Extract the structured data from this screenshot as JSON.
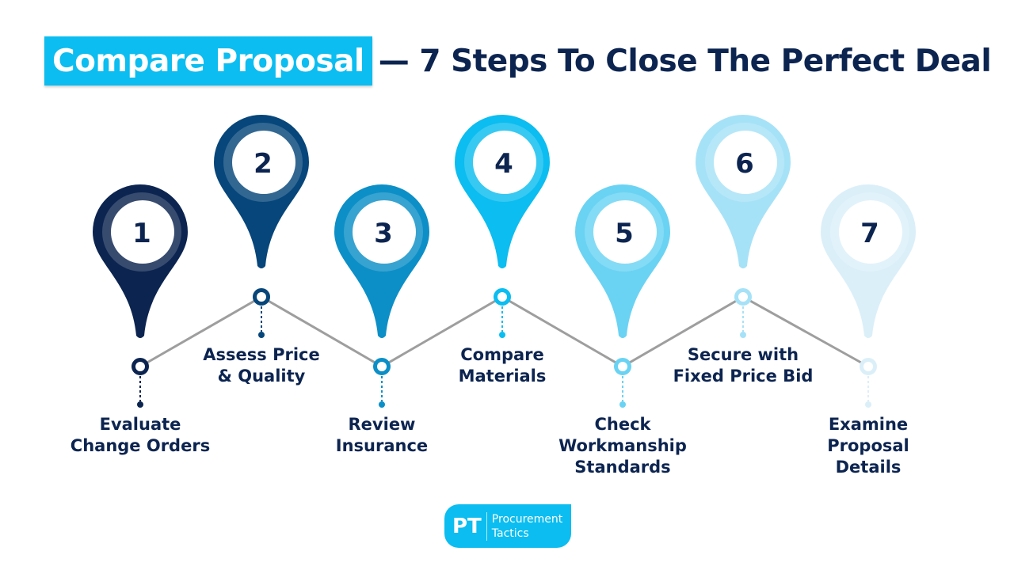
{
  "title": {
    "highlight": "Compare Proposal",
    "rest": "— 7 Steps To Close The Perfect Deal"
  },
  "steps": [
    {
      "number": "1",
      "label_line1": "Evaluate",
      "label_line2": "Change Orders",
      "label_line3": "",
      "color": "#0c2450"
    },
    {
      "number": "2",
      "label_line1": "Assess Price",
      "label_line2": "& Quality",
      "label_line3": "",
      "color": "#06467a"
    },
    {
      "number": "3",
      "label_line1": "Review",
      "label_line2": "Insurance",
      "label_line3": "",
      "color": "#0c8fc7"
    },
    {
      "number": "4",
      "label_line1": "Compare",
      "label_line2": "Materials",
      "label_line3": "",
      "color": "#0bbdf0"
    },
    {
      "number": "5",
      "label_line1": "Check",
      "label_line2": "Workmanship",
      "label_line3": "Standards",
      "color": "#6ad3f3"
    },
    {
      "number": "6",
      "label_line1": "Secure with",
      "label_line2": "Fixed Price Bid",
      "label_line3": "",
      "color": "#a6e2f7"
    },
    {
      "number": "7",
      "label_line1": "Examine",
      "label_line2": "Proposal",
      "label_line3": "Details",
      "color": "#dbeff9"
    }
  ],
  "logo": {
    "initials": "PT",
    "name_line1": "Procurement",
    "name_line2": "Tactics"
  }
}
